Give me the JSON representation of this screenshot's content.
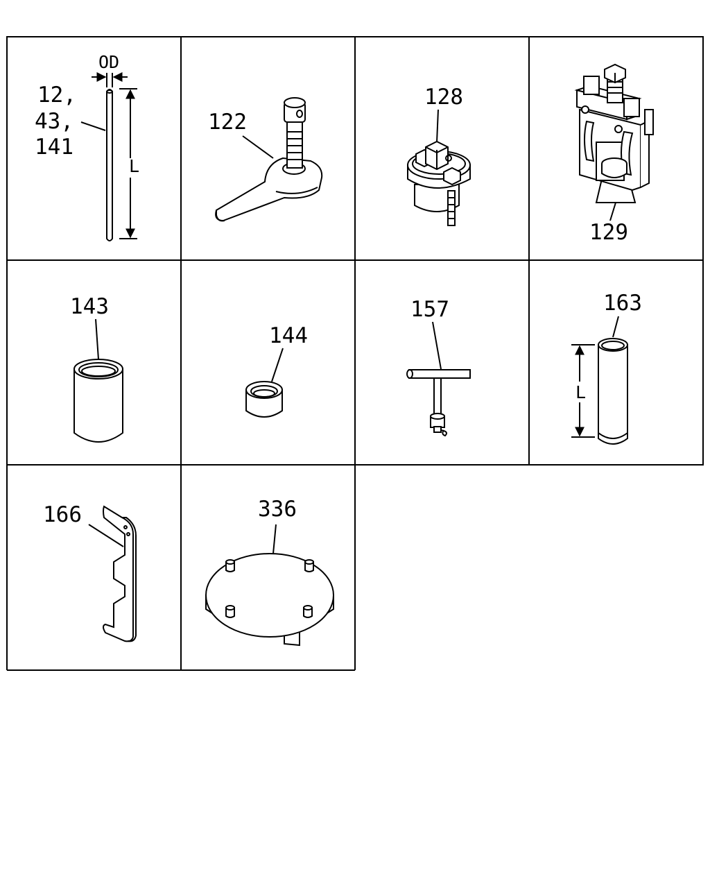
{
  "cells": [
    {
      "labels": [
        "12,",
        "43,",
        "141"
      ],
      "od_label": "OD",
      "length_label": "L"
    },
    {
      "labels": [
        "122"
      ]
    },
    {
      "labels": [
        "128"
      ]
    },
    {
      "labels": [
        "129"
      ]
    },
    {
      "labels": [
        "143"
      ]
    },
    {
      "labels": [
        "144"
      ]
    },
    {
      "labels": [
        "157"
      ]
    },
    {
      "labels": [
        "163"
      ],
      "length_label": "L"
    },
    {
      "labels": [
        "166"
      ]
    },
    {
      "labels": [
        "336"
      ]
    }
  ]
}
